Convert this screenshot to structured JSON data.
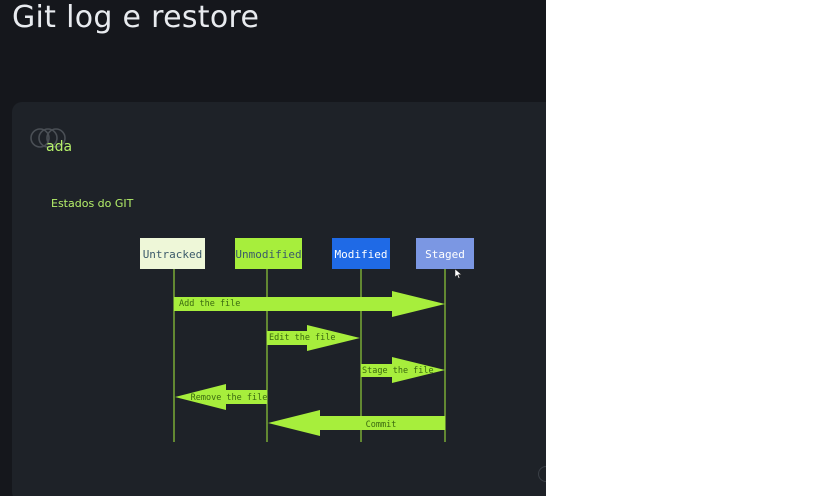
{
  "page": {
    "title": "Git log e restore"
  },
  "slide": {
    "logo_text": "ada",
    "subtitle": "Estados do GIT",
    "logo_icon": "interlocking-circles-icon"
  },
  "diagram": {
    "states": [
      {
        "label": "Untracked",
        "fill": "#eef7d8",
        "text_color": "#3b5a6a"
      },
      {
        "label": "Unmodified",
        "fill": "#a7ee3c",
        "text_color": "#3b5a6a"
      },
      {
        "label": "Modified",
        "fill": "#1f6ae6",
        "text_color": "#ffffff"
      },
      {
        "label": "Staged",
        "fill": "#7b97e3",
        "text_color": "#ffffff"
      }
    ],
    "arrows": [
      {
        "label": "Add the file",
        "from": "Untracked",
        "to": "Staged"
      },
      {
        "label": "Edit the file",
        "from": "Unmodified",
        "to": "Modified"
      },
      {
        "label": "Stage the file",
        "from": "Modified",
        "to": "Staged"
      },
      {
        "label": "Remove the file",
        "from": "Unmodified",
        "to": "Untracked"
      },
      {
        "label": "Commit",
        "from": "Staged",
        "to": "Unmodified"
      }
    ],
    "arrow_color": "#a7ee3c",
    "lifeline_color": "#a7ee3c"
  },
  "colors": {
    "background": "#15171c",
    "slide_background": "#1e2228",
    "accent": "#b5f06a"
  }
}
